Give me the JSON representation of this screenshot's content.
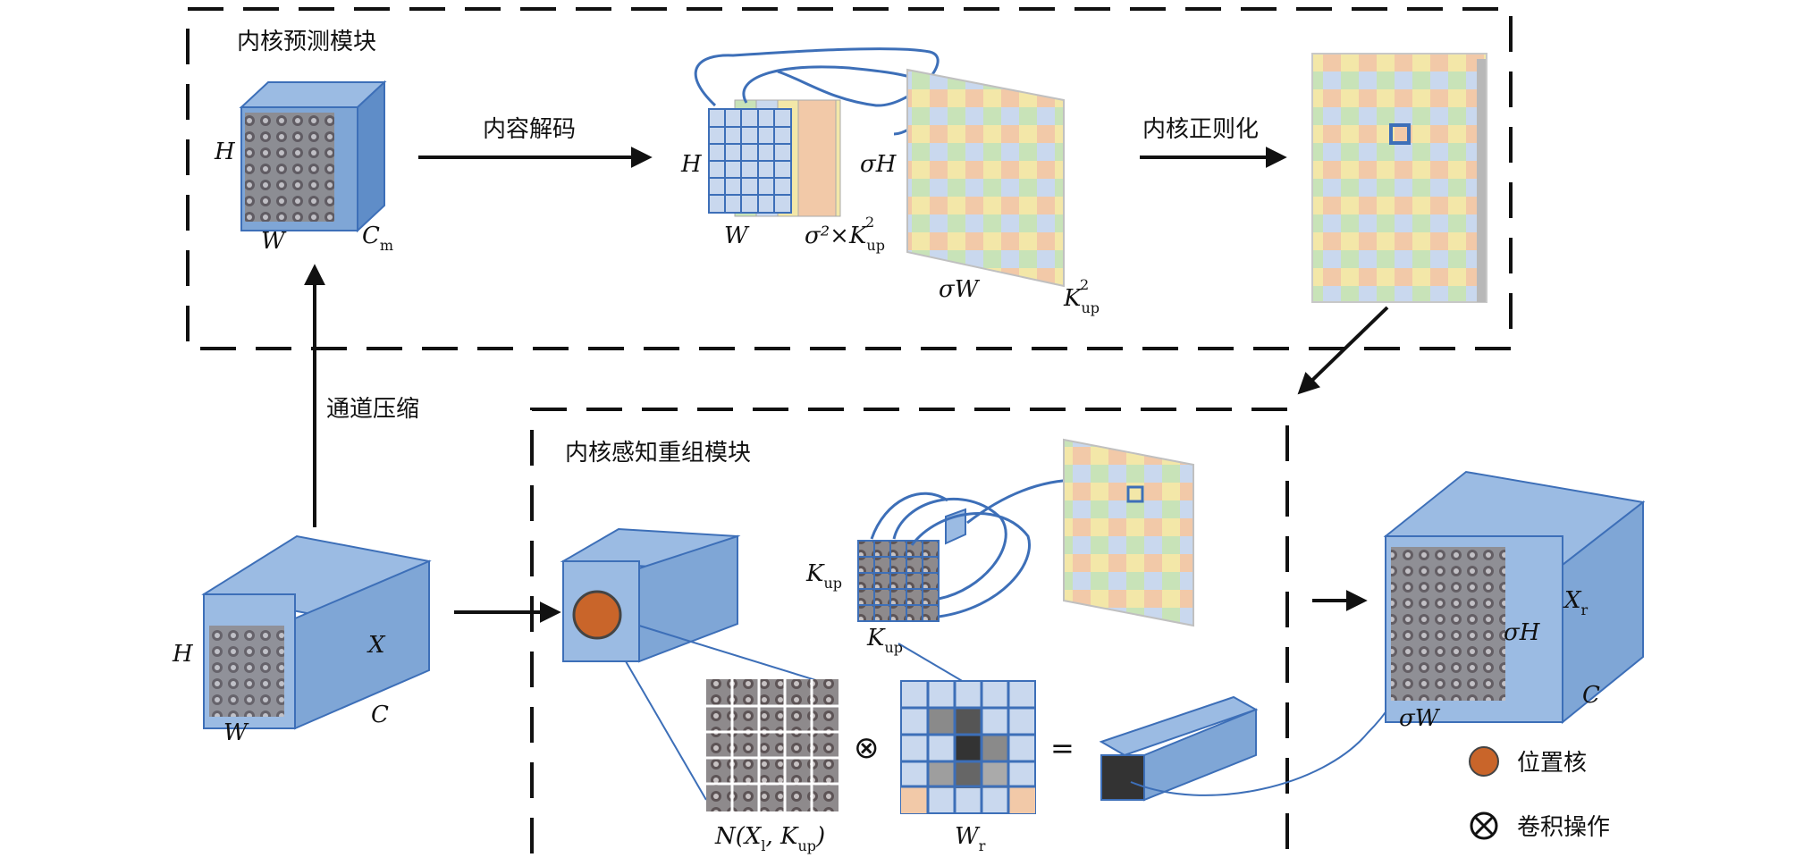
{
  "prediction_module": {
    "title": "内核预测模块",
    "input_labels": {
      "h": "H",
      "w": "W",
      "c": "C",
      "c_sub": "m"
    },
    "content_decoding": "内容解码",
    "kernel_labels": {
      "h": "H",
      "w": "W",
      "sigma_h": "σH",
      "sigma_w": "σW",
      "channels": "σ²×K",
      "channels_sub": "up",
      "channels_sup": "2",
      "k": "K",
      "k_sub": "up",
      "k_sup": "2"
    },
    "normalization": "内核正则化"
  },
  "channel_compression": "通道压缩",
  "input_feature": {
    "h": "H",
    "w": "W",
    "x": "X",
    "c": "C"
  },
  "reassembly_module": {
    "title": "内核感知重组模块",
    "k_up_left": "K",
    "k_up_bottom": "K",
    "k_sub": "up",
    "neighborhood": "N(X",
    "neighborhood_sub": "l",
    "neighborhood_rest": ", K",
    "neighborhood_sub2": "up",
    "neighborhood_close": ")",
    "kernel": "W",
    "kernel_sub": "r",
    "conv_symbol": "⊗",
    "equals": "="
  },
  "output_feature": {
    "x": "X",
    "x_sub": "r",
    "sigma_h": "σH",
    "sigma_w": "σW",
    "c": "C"
  },
  "legend": {
    "location_kernel": "位置核",
    "conv_op": "卷积操作"
  },
  "colors": {
    "cube_front": "#7fa6d6",
    "cube_side": "#5f8dc8",
    "cube_top": "#9bbbe3",
    "grid_line": "#3d6fb8",
    "location_dot": "#c9652a"
  }
}
